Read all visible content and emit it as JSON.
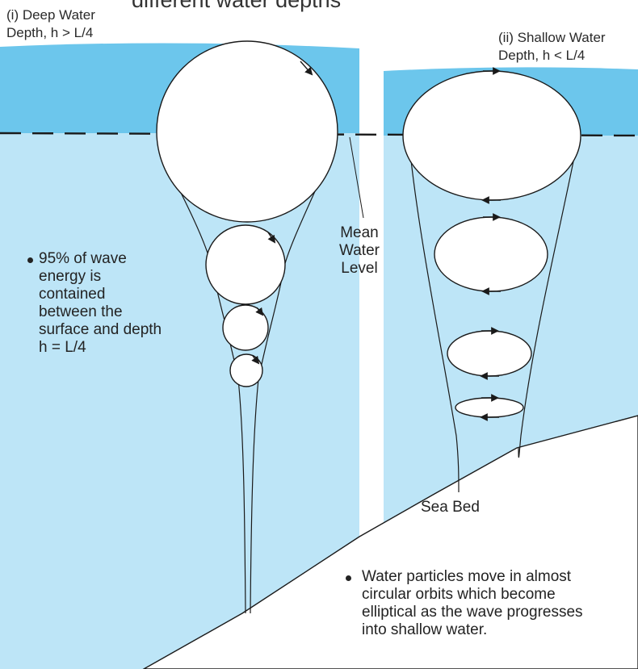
{
  "title_fragment": "different water depths",
  "panel_deep": {
    "title_line1": "(i) Deep Water",
    "title_line2": "Depth, h > L/4"
  },
  "panel_shallow": {
    "title_line1": "(ii) Shallow Water",
    "title_line2": "Depth, h < L/4"
  },
  "mean_water_level": {
    "line1": "Mean",
    "line2": "Water",
    "line3": "Level"
  },
  "sea_bed_label": "Sea Bed",
  "note_energy": [
    "95% of wave",
    "energy is",
    "contained",
    "between the",
    "surface and depth",
    "h = L/4"
  ],
  "note_particles": [
    "Water particles move in almost",
    "circular orbits which become",
    "elliptical as the wave progresses",
    "into shallow water."
  ],
  "colors": {
    "surface_water": "#6cc6ec",
    "deep_water": "#bde5f7",
    "seabed": "#ffffff",
    "line": "#1a1a1a"
  }
}
